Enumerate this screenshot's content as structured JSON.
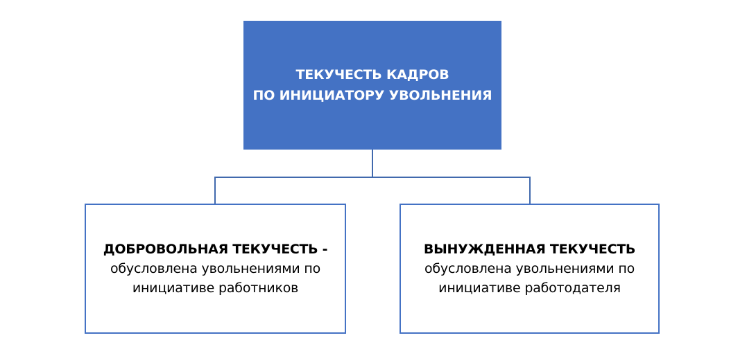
{
  "diagram": {
    "root": {
      "lines": [
        "ТЕКУЧЕСТЬ КАДРОВ",
        "ПО ИНИЦИАТОРУ УВОЛЬНЕНИЯ"
      ],
      "fill_color": "#4472c4",
      "text_color": "#ffffff"
    },
    "children": [
      {
        "title": "ДОБРОВОЛЬНАЯ ТЕКУЧЕСТЬ -",
        "desc_lines": [
          "обусловлена увольнениями по",
          "инициативе работников"
        ]
      },
      {
        "title": "ВЫНУЖДЕННАЯ ТЕКУЧЕСТЬ",
        "desc_lines": [
          "обусловлена увольнениями по",
          "инициативе работодателя"
        ]
      }
    ],
    "border_color": "#4472c4",
    "connector_color": "#4169ad"
  }
}
